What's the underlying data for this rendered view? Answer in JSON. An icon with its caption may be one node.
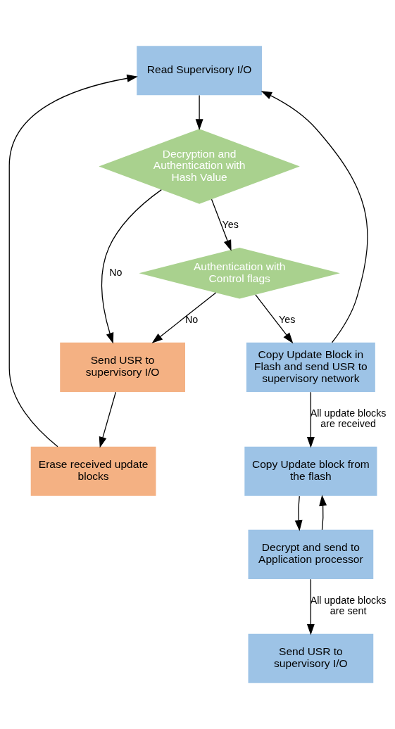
{
  "diagram": {
    "nodes": [
      {
        "text": [
          "Read Supervisory I/O"
        ]
      },
      {
        "text": [
          "Erase received update blocks"
        ]
      },
      {
        "text": [
          "Send USR to supervisory I/O"
        ]
      },
      {
        "text": [
          "Decryption and Authentication with Hash Value"
        ]
      },
      {
        "text": [
          "Authentication with Control flags"
        ]
      },
      {
        "text": [
          "Copy Update Block in Flash and send USR to supervisory network"
        ]
      },
      {
        "text": [
          "Copy Update block from the flash"
        ]
      },
      {
        "text": [
          "Decrypt and send to Application processor"
        ]
      },
      {
        "text": [
          "Send USR to supervisory I/O"
        ]
      }
    ],
    "edges": [
      {
        "from": 0,
        "to": 3,
        "arrow": "to"
      },
      {
        "from": 3,
        "to": 4,
        "arrow": "to",
        "label": "Yes"
      },
      {
        "from": 3,
        "to": 2,
        "arrow": "to",
        "label": "No"
      },
      {
        "from": 4,
        "to": 2,
        "arrow": "to",
        "label": "No"
      },
      {
        "from": 2,
        "to": 1,
        "arrow": "to"
      },
      {
        "from": 1,
        "to": 0,
        "arrow": "to"
      },
      {
        "from": 4,
        "to": 5,
        "arrow": "to",
        "label": "Yes"
      },
      {
        "from": 5,
        "to": 0,
        "arrow": "to"
      },
      {
        "from": 5,
        "to": 6,
        "arrow": "to",
        "label": "All update blocks are received"
      },
      {
        "from": 6,
        "to": 7,
        "arrow": "to"
      },
      {
        "from": 7,
        "to": 6,
        "arrow": "to"
      },
      {
        "from": 7,
        "to": 8,
        "arrow": "to",
        "label": "All update blocks are sent"
      }
    ]
  }
}
